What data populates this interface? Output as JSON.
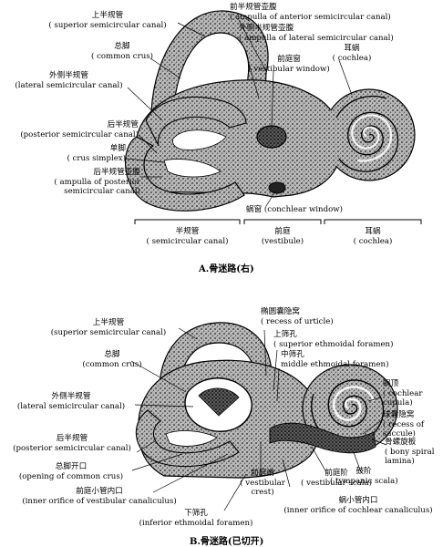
{
  "figure_a": {
    "caption": "A.骨迷路(右)",
    "labels": {
      "superior_semicircular_canal": [
        "上半规管",
        "( superior semicircular canal)"
      ],
      "ampulla_anterior": [
        "前半规管壶腹",
        "( ampulla of anterior semicircular canal)"
      ],
      "ampulla_lateral": [
        "外侧半规管壶腹",
        "( ampulla of lateral semicircular canal)"
      ],
      "common_crus": [
        "总脚",
        "( common crus)"
      ],
      "lateral_semicircular_canal": [
        "外侧半规管",
        "(lateral semicircular canal)"
      ],
      "vestibular_window": [
        "前庭窗",
        "( vestibular window)"
      ],
      "cochlea": [
        "耳蜗",
        "( cochlea)"
      ],
      "posterior_semicircular_canal": [
        "后半规管",
        "(posterior semicircular canal)"
      ],
      "crus_simplex": [
        "单脚",
        "( crus simplex)"
      ],
      "ampulla_posterior": [
        "后半规管壶腹",
        "( ampulla of posterior",
        "semicircular canal)"
      ],
      "cochlear_window": [
        "蜗窗 (conchlear window)"
      ]
    },
    "regions": {
      "semicircular_canal": [
        "半规管",
        "( semicircular canal)"
      ],
      "vestibule": [
        "前庭",
        "(vestibule)"
      ],
      "cochlea": [
        "耳蜗",
        "( cochlea)"
      ]
    }
  },
  "figure_b": {
    "caption": "B.骨迷路(已切开)",
    "labels": {
      "recess_of_utricle": [
        "椭圆囊隐窝",
        "( recess of urticle)"
      ],
      "superior_semicircular_canal": [
        "上半规管",
        "(superior semicircular canal)"
      ],
      "superior_ethmoidal_foramen": [
        "上筛孔",
        "( superior ethmoidal foramen)"
      ],
      "middle_ethmoidal_foramen": [
        "中筛孔",
        "middle ethmoidal foramen)"
      ],
      "common_crus": [
        "总脚",
        "(common crus)"
      ],
      "cochlear_cupula": [
        "蜗顶",
        "( cochlear",
        "cupula)"
      ],
      "lateral_semicircular_canal": [
        "外侧半规管",
        "(lateral semicircular canal)"
      ],
      "recess_of_saccule": [
        "球囊隐窝",
        "( recess of",
        "saccule)"
      ],
      "posterior_semicircular_canal": [
        "后半规管",
        "(posterior semicircular canal)"
      ],
      "bony_spiral_lamina": [
        "骨螺旋板",
        "( bony spiral",
        "lamina)"
      ],
      "opening_common_crus": [
        "总脚开口",
        "(opening of common crus)"
      ],
      "tympanic_scala": [
        "鼓阶",
        "( tympanic scala)"
      ],
      "inner_orifice_vestibular": [
        "前庭小管内口",
        "(inner orifice of vestibular canaliculus)"
      ],
      "vestibular_crest": [
        "前庭嵴",
        "( vestibular",
        "crest)"
      ],
      "vestibular_scala": [
        "前庭阶",
        "( vestibular scala)"
      ],
      "inner_orifice_cochlear": [
        "蜗小管内口",
        "(inner orifice of cochlear canaliculus)"
      ],
      "inferior_ethmoidal_foramen": [
        "下筛孔",
        "(inferior ethmoidal foramen)"
      ]
    }
  }
}
